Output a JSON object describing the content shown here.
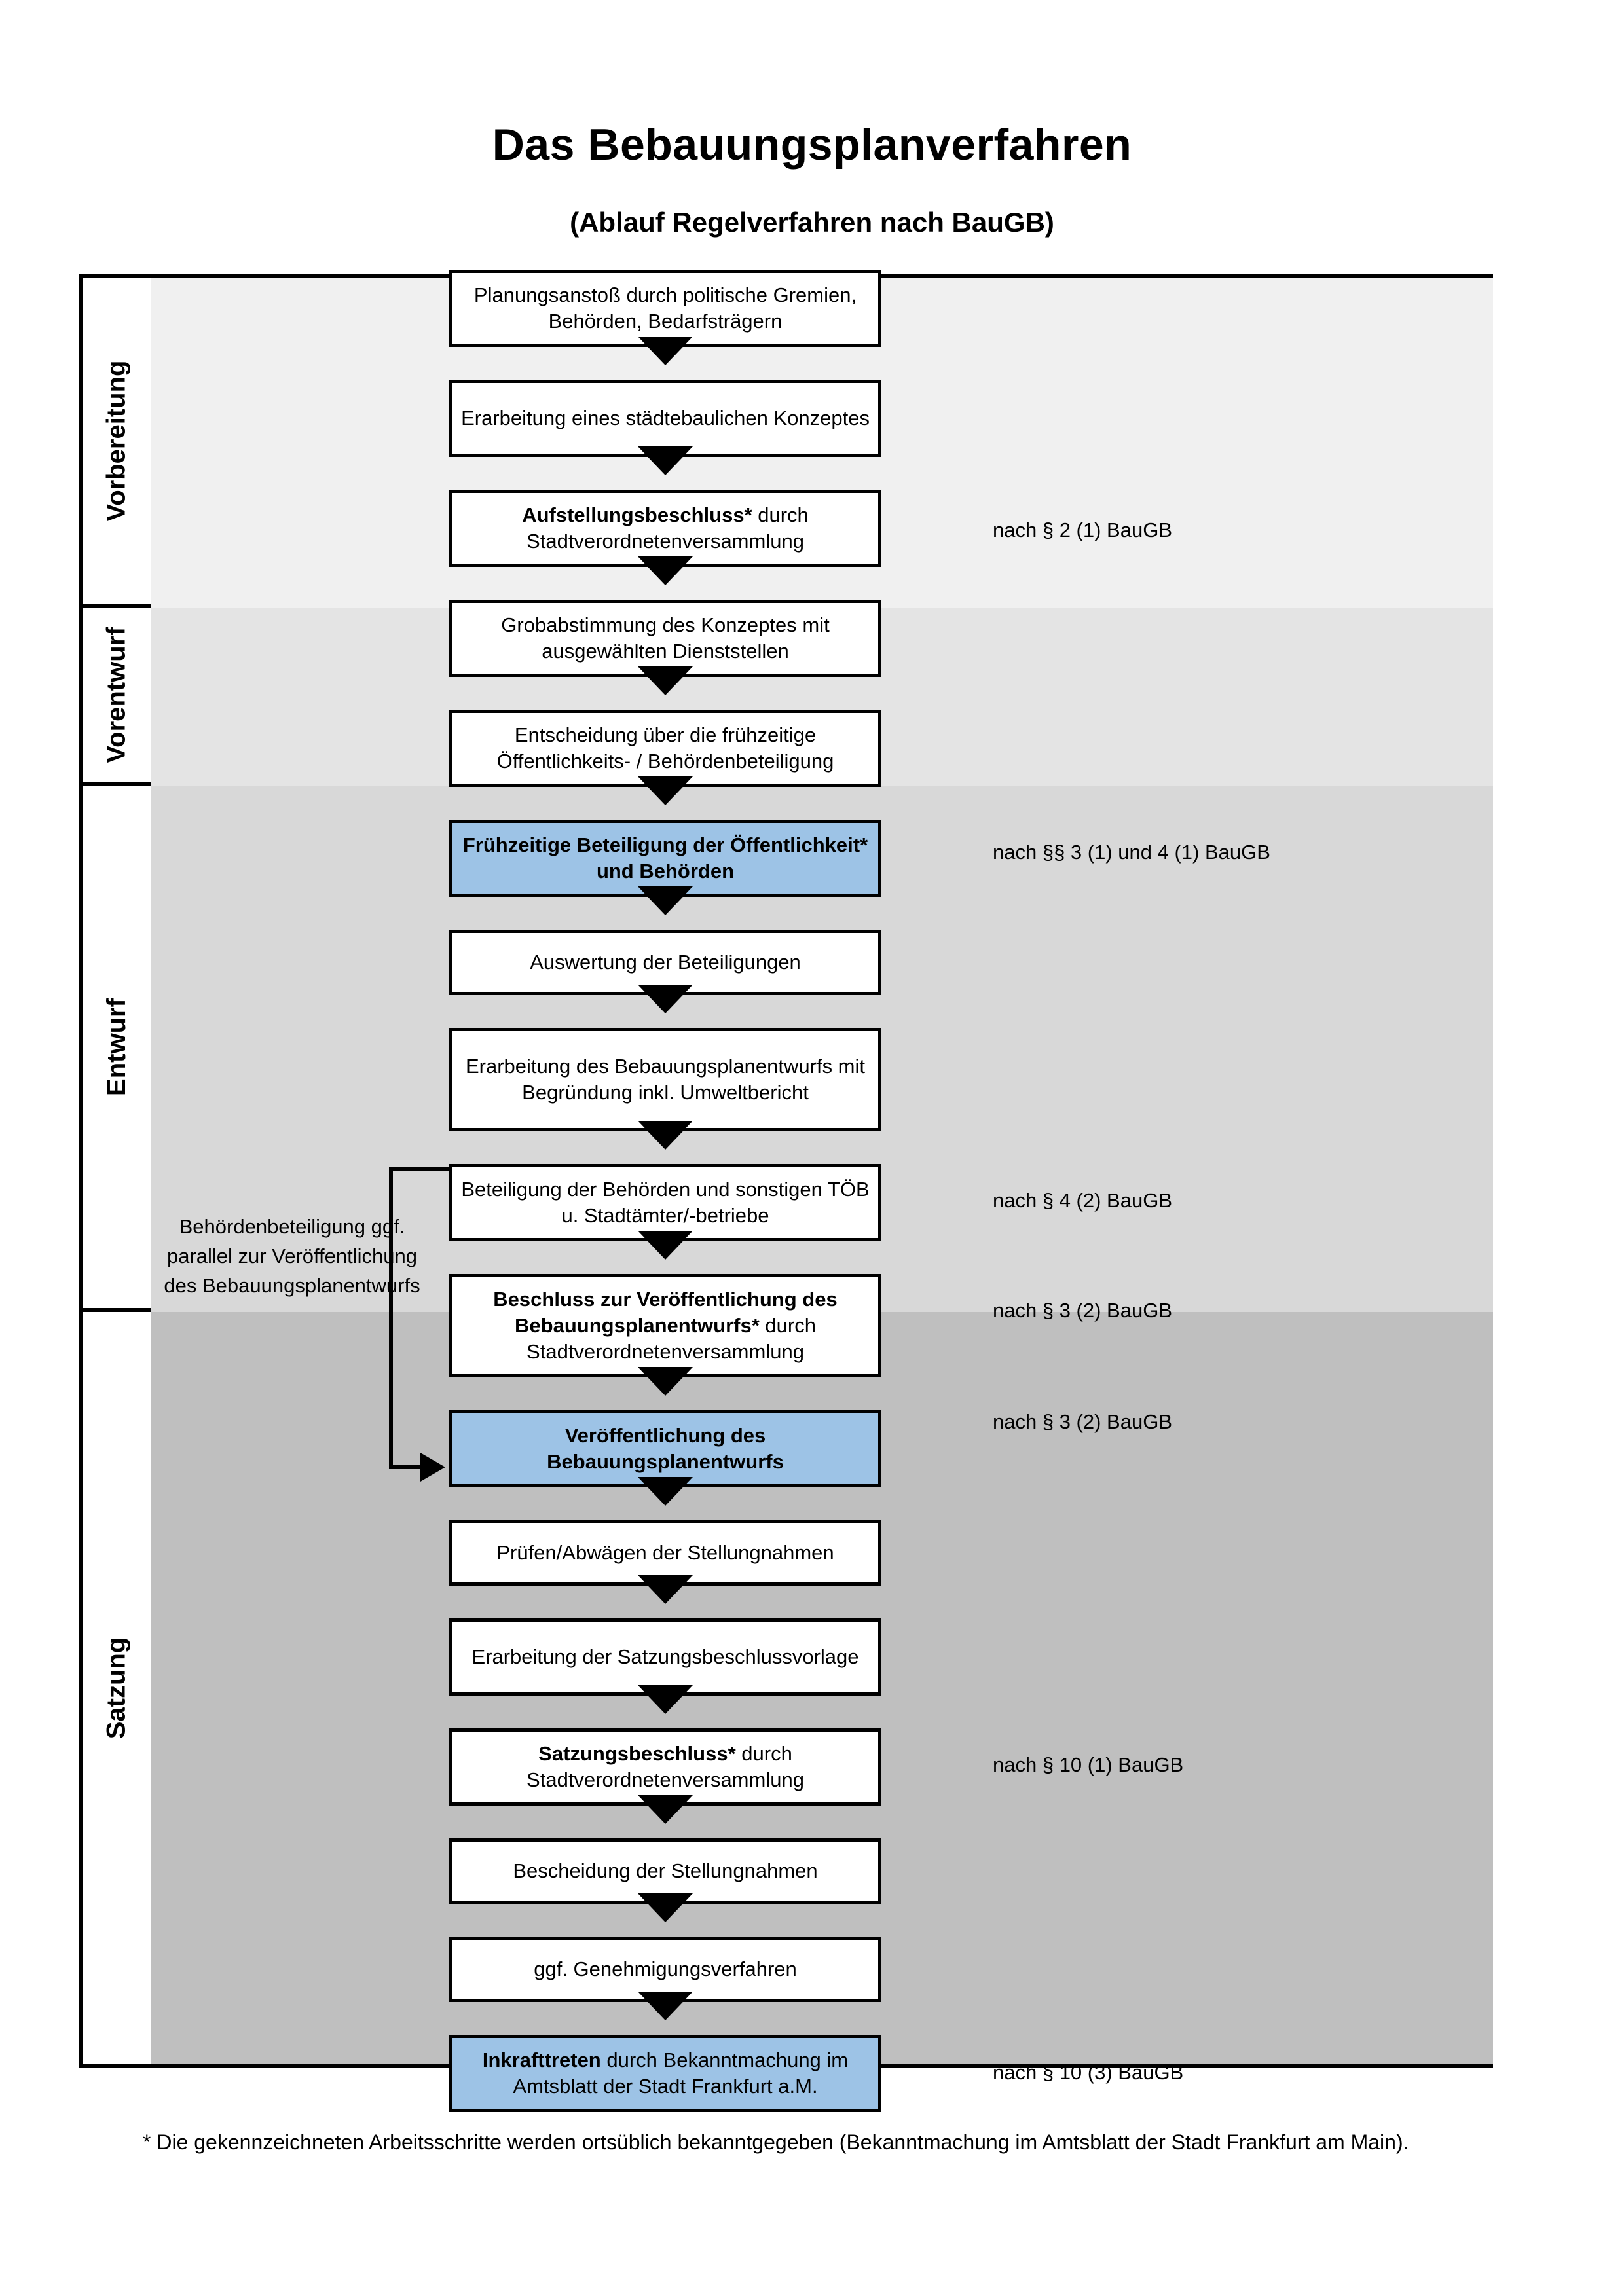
{
  "header": {
    "title": "Das Bebauungsplanverfahren",
    "subtitle": "(Ablauf Regelverfahren nach BauGB)"
  },
  "phases": [
    {
      "label": "Vorbereitung",
      "background": "#f0f0f0"
    },
    {
      "label": "Vorentwurf",
      "background": "#e4e4e4"
    },
    {
      "label": "Entwurf",
      "background": "#d8d8d8"
    },
    {
      "label": "Satzung",
      "background": "#bfbfbf"
    }
  ],
  "colors": {
    "highlight_blue": "#9dc3e6",
    "box_white": "#ffffff",
    "border_black": "#000000"
  },
  "steps": [
    {
      "id": "planungsanstoss",
      "phase": "Vorbereitung",
      "bold_prefix": "",
      "text": "Planungsanstoß durch politische Gremien, Behörden, Bedarfsträgern",
      "highlighted": false
    },
    {
      "id": "staedtebauliches-konzept",
      "phase": "Vorbereitung",
      "bold_prefix": "",
      "text": "Erarbeitung eines städtebaulichen Konzeptes",
      "highlighted": false
    },
    {
      "id": "aufstellungsbeschluss",
      "phase": "Vorbereitung",
      "bold_prefix": "Aufstellungsbeschluss*",
      "text": " durch Stadtverordnetenversammlung",
      "highlighted": false
    },
    {
      "id": "grobabstimmung",
      "phase": "Vorentwurf",
      "bold_prefix": "",
      "text": "Grobabstimmung des Konzeptes mit ausgewählten Dienststellen",
      "highlighted": false
    },
    {
      "id": "entscheidung-fruehzeitige",
      "phase": "Vorentwurf",
      "bold_prefix": "",
      "text": "Entscheidung über die frühzeitige Öffentlichkeits- / Behördenbeteiligung",
      "highlighted": false
    },
    {
      "id": "fruehzeitige-beteiligung",
      "phase": "Vorentwurf",
      "bold_prefix": "Frühzeitige Beteiligung der Öffentlichkeit* und Behörden",
      "text": "",
      "highlighted": true
    },
    {
      "id": "auswertung",
      "phase": "Entwurf",
      "bold_prefix": "",
      "text": "Auswertung der Beteiligungen",
      "highlighted": false
    },
    {
      "id": "erarbeitung-entwurf",
      "phase": "Entwurf",
      "bold_prefix": "",
      "text": "Erarbeitung des Bebauungsplanentwurfs mit Begründung inkl. Umweltbericht",
      "highlighted": false
    },
    {
      "id": "beteiligung-behoerden",
      "phase": "Entwurf",
      "bold_prefix": "",
      "text": "Beteiligung der Behörden und sonstigen TÖB u. Stadtämter/-betriebe",
      "highlighted": false
    },
    {
      "id": "beschluss-veroeffentlichung",
      "phase": "Entwurf",
      "bold_prefix": "Beschluss zur Veröffentlichung des Bebauungsplanentwurfs*",
      "text": " durch Stadtverordnetenversammlung",
      "highlighted": false
    },
    {
      "id": "veroeffentlichung",
      "phase": "Entwurf",
      "bold_prefix": "Veröffentlichung des Bebauungsplanentwurfs",
      "text": "",
      "highlighted": true
    },
    {
      "id": "pruefen-abwaegen",
      "phase": "Satzung",
      "bold_prefix": "",
      "text": "Prüfen/Abwägen der Stellungnahmen",
      "highlighted": false
    },
    {
      "id": "satzungsbeschlussvorlage",
      "phase": "Satzung",
      "bold_prefix": "",
      "text": "Erarbeitung der Satzungsbeschlussvorlage",
      "highlighted": false
    },
    {
      "id": "satzungsbeschluss",
      "phase": "Satzung",
      "bold_prefix": "Satzungsbeschluss*",
      "text": " durch Stadtverordnetenversammlung",
      "highlighted": false
    },
    {
      "id": "bescheidung",
      "phase": "Satzung",
      "bold_prefix": "",
      "text": "Bescheidung der Stellungnahmen",
      "highlighted": false
    },
    {
      "id": "genehmigungsverfahren",
      "phase": "Satzung",
      "bold_prefix": "",
      "text": "ggf. Genehmigungsverfahren",
      "highlighted": false
    },
    {
      "id": "inkrafttreten",
      "phase": "Satzung",
      "bold_prefix": "Inkrafttreten",
      "text": " durch Bekanntmachung im Amtsblatt der Stadt Frankfurt a.M.",
      "highlighted": true
    }
  ],
  "legal_references": [
    {
      "id": "ref-aufstellungsbeschluss",
      "text": "nach § 2 (1) BauGB"
    },
    {
      "id": "ref-fruehzeitige",
      "text": "nach §§ 3 (1) und 4 (1) BauGB"
    },
    {
      "id": "ref-behoerden",
      "text": "nach § 4 (2) BauGB"
    },
    {
      "id": "ref-beschluss",
      "text": "nach § 3 (2) BauGB"
    },
    {
      "id": "ref-veroeffentlichung",
      "text": "nach § 3 (2) BauGB"
    },
    {
      "id": "ref-satzungsbeschluss",
      "text": "nach § 10 (1) BauGB"
    },
    {
      "id": "ref-inkrafttreten",
      "text": "nach § 10 (3) BauGB"
    }
  ],
  "sidenote": {
    "text": "Behördenbeteiligung ggf. parallel zur Veröffentlichung des Bebauungsplanentwurfs"
  },
  "footnote": {
    "text": "* Die gekennzeichneten Arbeitsschritte werden ortsüblich bekanntgegeben (Bekanntmachung im Amtsblatt  der Stadt Frankfurt am Main)."
  }
}
